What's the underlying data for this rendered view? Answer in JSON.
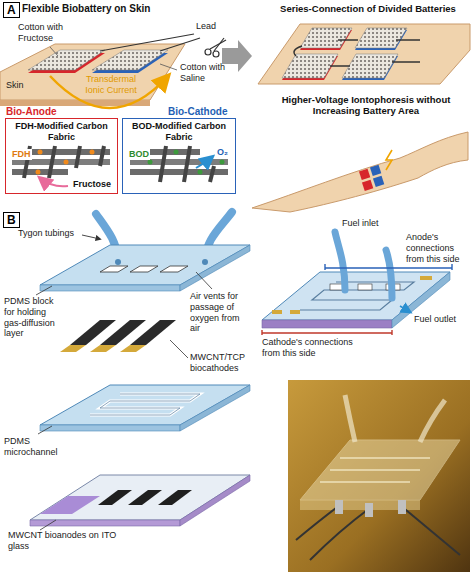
{
  "diagram": {
    "nodes": [
      {
        "text": [
          "FDH-Modified Carbon Fabric",
          "FDH",
          "Fructose"
        ]
      },
      {
        "text": [
          "BOD-Modified Carbon Fabric",
          "BOD",
          "O₂"
        ]
      }
    ],
    "labels": [
      "A",
      "Flexible Biobattery on Skin",
      "Series-Connection of Divided Batteries",
      "Cotton with Fructose",
      "Lead",
      "Skin",
      "Cotton with Saline",
      "Transdermal Ionic Current",
      "Bio-Anode",
      "Bio-Cathode",
      "Higher-Voltage Iontophoresis without Increasing Battery Area",
      "B",
      "Tygon tubings",
      "Air vents for passage of oxygen from air",
      "PDMS block for holding gas-diffusion layer",
      "MWCNT/TCP biocathodes",
      "PDMS microchannel",
      "MWCNT bioanodes on ITO glass",
      "Fuel inlet",
      "Anode's connections from this side",
      "Fuel outlet",
      "Cathode's connections from this side"
    ]
  }
}
